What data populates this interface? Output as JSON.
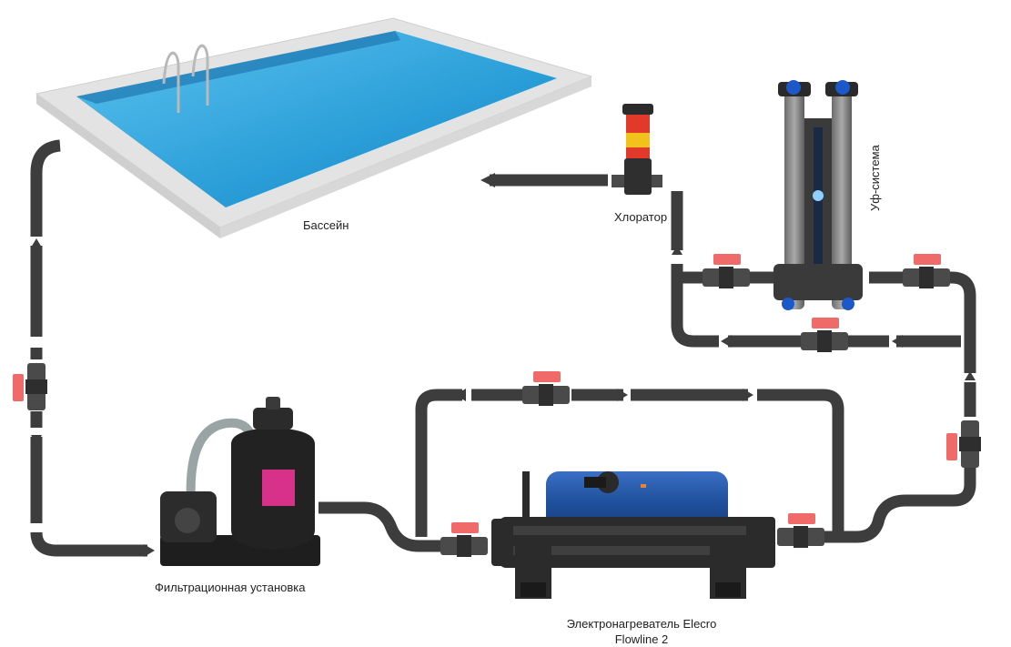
{
  "labels": {
    "pool": "Бассейн",
    "chlorinator": "Хлоратор",
    "uv_system": "Уф-система",
    "filter_unit": "Фильтрационная установка",
    "heater_line1": "Электронагреватель Elecro",
    "heater_line2": "Flowline 2"
  },
  "colors": {
    "pipe": "#3d3d3d",
    "valve_handle": "#f06a6a",
    "water": "#2a9ed8",
    "pool_rim": "#e8e8e8",
    "heater_body": "#1f4f9c",
    "filter_tank": "#222222",
    "filter_sticker": "#d8318a",
    "uv_cap": "#1c58c8",
    "chlorinator_red": "#e23a2a",
    "chlorinator_yellow": "#f2c21c"
  },
  "icons": [
    "pool-icon",
    "chlorinator-icon",
    "uv-system-icon",
    "filter-unit-icon",
    "electric-heater-icon",
    "valve-icon",
    "flow-arrow-icon"
  ]
}
